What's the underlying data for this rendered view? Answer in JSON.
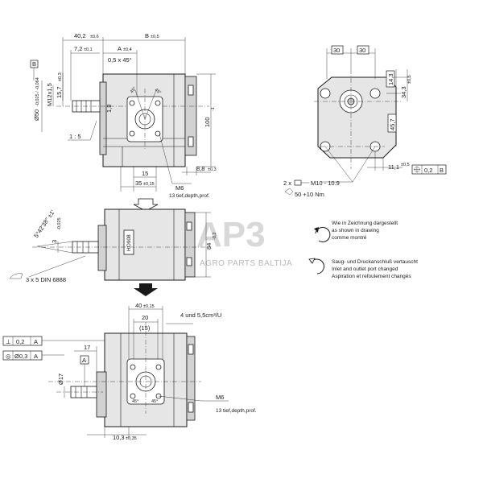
{
  "views": {
    "top": {
      "dims": {
        "d_40_2": "40,2",
        "d_40_2_tol": "±0,6",
        "d_7_2": "7,2",
        "d_7_2_tol": "±0,1",
        "d_A": "A",
        "d_A_tol": "±0,4",
        "d_B": "B",
        "d_B_tol": "±0,5",
        "d_chamfer": "0,5 x 45°",
        "d_15_7": "15,7",
        "d_15_7_tol": "±0,3",
        "d_m12": "M12x1,5",
        "d_phi50": "Ø50",
        "d_phi50_tol": "-0,025 / -0,064",
        "d_taper": "1 : 5",
        "d_1_8": "1,8",
        "d_100": "100",
        "d_100_tol": "-1",
        "d_15": "15",
        "d_35": "35",
        "d_35_tol": "±0,15",
        "d_8_8": "8,8",
        "d_8_8_tol": "±0,3",
        "m6": "M6",
        "m6_note": "13 tief,depth,prof.",
        "ang_45a": "45°",
        "ang_45b": "45°",
        "datum_B": "B"
      }
    },
    "side": {
      "dims": {
        "d_30a": "30",
        "d_30b": "30",
        "d_14_3": "14,3",
        "d_34_3": "34,3",
        "d_34_3_tol": "±0,5",
        "d_45_7": "45,7",
        "d_11_1": "11,1",
        "d_11_1_tol": "±0,5",
        "tol_frame": "0,2",
        "tol_datum": "B",
        "bolts": "2 x",
        "bolt_spec": "M10 - 10.9",
        "torque": "50 +10 Nm"
      }
    },
    "middle": {
      "dims": {
        "d_5deg": "5°42'38\" ±1'",
        "d_3": "3",
        "d_3_tol": "-0,025",
        "d_84": "84",
        "d_84_tol": "-0,2",
        "key_spec": "3 x 5 DIN 6888",
        "nameplate": "HO908"
      }
    },
    "bottom": {
      "dims": {
        "d_40": "40",
        "d_40_tol": "±0,15",
        "d_20": "20",
        "d_15p": "(15)",
        "ports": "4 und 5,5cm³/U",
        "d_17h": "17",
        "d_phi17": "Ø17",
        "datum_A": "A",
        "tol1_sym": "⊥",
        "tol1_val": "0,2",
        "tol1_ref": "A",
        "tol2_sym": "◎",
        "tol2_val": "Ø0,3",
        "tol2_ref": "A",
        "m6": "M6",
        "m6_note": "13 tief,depth,prof.",
        "d_10_3": "10,3",
        "d_10_3_tol": "±0,35",
        "ang_45a": "45°",
        "ang_45b": "45°"
      }
    }
  },
  "notes": {
    "rotation_lines": [
      "Wie in Zeichnung dargestellt",
      "as shown in drawing",
      "comme montré"
    ],
    "ports_lines": [
      "Saug- und Druckanschluß vertauscht",
      "Inlet and outlet port changed",
      "Aspiration et refoulement changés"
    ]
  },
  "watermark": {
    "logo": "AP3",
    "sub": "AGRO PARTS BALTIJA"
  }
}
